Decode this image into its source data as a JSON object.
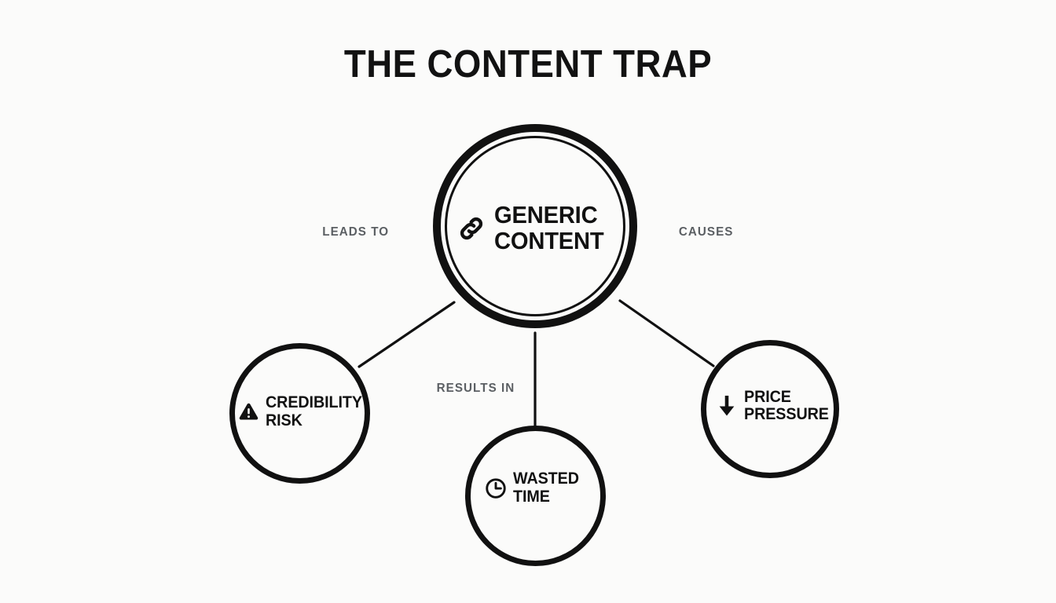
{
  "page": {
    "title": "THE CONTENT TRAP",
    "background_color": "#fbfbfa",
    "ink_color": "#111111",
    "label_color": "#5b5f63"
  },
  "diagram": {
    "type": "hub-and-spoke",
    "center": {
      "id": "generic-content",
      "label": "GENERIC\nCONTENT",
      "icon": "chain-link-icon",
      "style": "double-ring"
    },
    "nodes": [
      {
        "id": "credibility-risk",
        "label": "CREDIBILITY\nRISK",
        "icon": "warning-triangle-icon",
        "position": "left",
        "edge_label": "LEADS TO"
      },
      {
        "id": "wasted-time",
        "label": "WASTED\nTIME",
        "icon": "clock-icon",
        "position": "bottom",
        "edge_label": "RESULTS IN"
      },
      {
        "id": "price-pressure",
        "label": "PRICE\nPRESSURE",
        "icon": "arrow-down-icon",
        "position": "right",
        "edge_label": "CAUSES"
      }
    ],
    "edges": [
      {
        "id": "edge-leads-to",
        "label": "LEADS TO",
        "from": "generic-content",
        "to": "credibility-risk"
      },
      {
        "id": "edge-results-in",
        "label": "RESULTS IN",
        "from": "generic-content",
        "to": "wasted-time"
      },
      {
        "id": "edge-causes",
        "label": "CAUSES",
        "from": "generic-content",
        "to": "price-pressure"
      }
    ]
  }
}
